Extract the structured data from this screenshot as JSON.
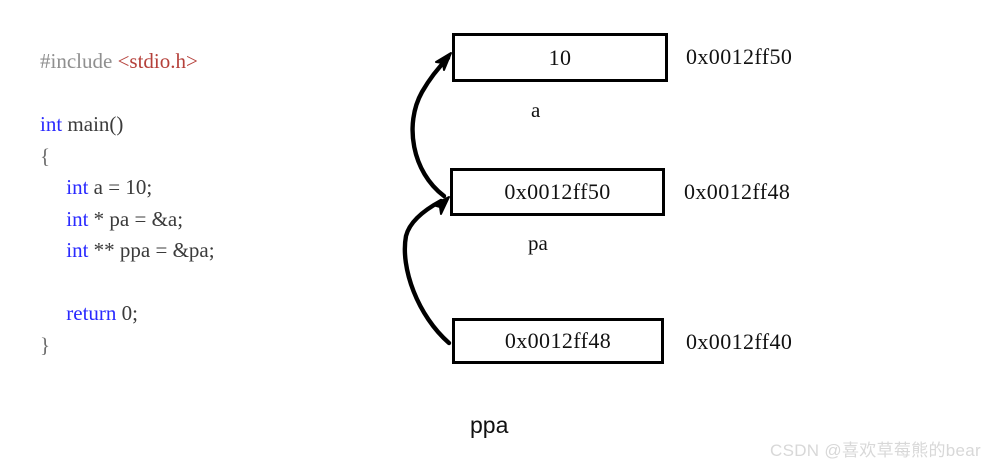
{
  "code": {
    "lines": [
      {
        "tokens": [
          {
            "t": "#include ",
            "c": "pre"
          },
          {
            "t": "<stdio.h>",
            "c": "str"
          }
        ]
      },
      {
        "tokens": []
      },
      {
        "tokens": [
          {
            "t": "int",
            "c": "kw"
          },
          {
            "t": " main()",
            "c": "plain"
          }
        ]
      },
      {
        "tokens": [
          {
            "t": "{",
            "c": "punct"
          }
        ]
      },
      {
        "tokens": [
          {
            "t": "     ",
            "c": "plain"
          },
          {
            "t": "int",
            "c": "kw"
          },
          {
            "t": " a = 10;",
            "c": "plain"
          }
        ]
      },
      {
        "tokens": [
          {
            "t": "     ",
            "c": "plain"
          },
          {
            "t": "int",
            "c": "kw"
          },
          {
            "t": " * pa = &a;",
            "c": "plain"
          }
        ]
      },
      {
        "tokens": [
          {
            "t": "     ",
            "c": "plain"
          },
          {
            "t": "int",
            "c": "kw"
          },
          {
            "t": " ** ppa = &pa;",
            "c": "plain"
          }
        ]
      },
      {
        "tokens": []
      },
      {
        "tokens": [
          {
            "t": "     ",
            "c": "plain"
          },
          {
            "t": "return",
            "c": "kw"
          },
          {
            "t": " 0;",
            "c": "plain"
          }
        ]
      },
      {
        "tokens": [
          {
            "t": "}",
            "c": "punct"
          }
        ]
      }
    ]
  },
  "memory": {
    "cells": [
      {
        "value": "10",
        "label": "a",
        "address": "0x0012ff50"
      },
      {
        "value": "0x0012ff50",
        "label": "pa",
        "address": "0x0012ff48"
      },
      {
        "value": "0x0012ff48",
        "label": "ppa",
        "address": "0x0012ff40"
      }
    ]
  },
  "arrows": [
    {
      "name": "pa-points-to-a",
      "from": "pa-cell",
      "to": "a-cell"
    },
    {
      "name": "ppa-points-to-pa",
      "from": "ppa-cell",
      "to": "pa-cell"
    }
  ],
  "watermark": {
    "text": "CSDN @喜欢草莓熊的bear"
  },
  "colors": {
    "keyword": "#2a2aff",
    "preprocessor": "#8f8f8f",
    "string": "#b5403a",
    "text": "#3b3b3b",
    "box_border": "#000000",
    "watermark": "#d8d8d8"
  }
}
